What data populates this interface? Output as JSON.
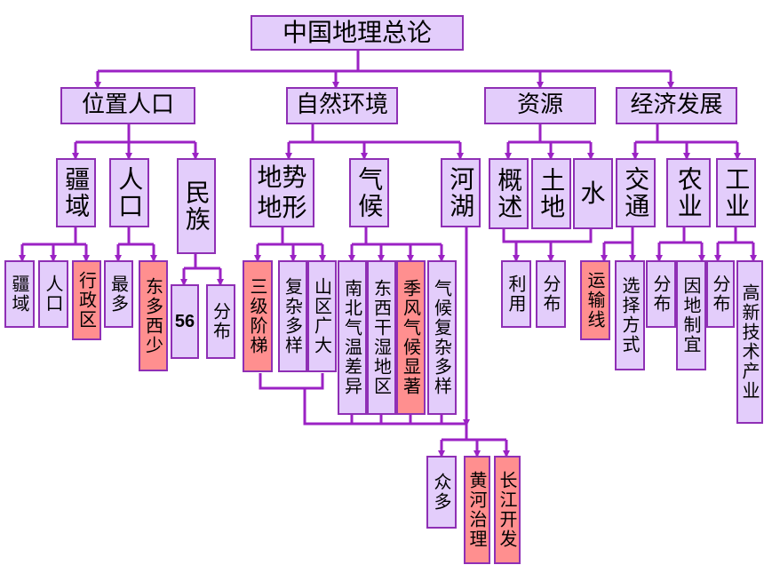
{
  "root": "中国地理总论",
  "categories": {
    "position": {
      "label": "位置人口",
      "territory": {
        "label": "疆域",
        "children": [
          "疆域",
          "人口",
          "行政区"
        ]
      },
      "population": {
        "label": "人口",
        "children": [
          "最多",
          "东多西少"
        ]
      },
      "ethnic": {
        "label": "民族",
        "children": [
          "56",
          "分布"
        ]
      }
    },
    "nature": {
      "label": "自然环境",
      "terrain": {
        "label": "地势地形",
        "children": [
          "三级阶梯",
          "复杂多样",
          "山区广大"
        ]
      },
      "climate": {
        "label": "气候",
        "children": [
          "南北气温差异",
          "东西干湿地区",
          "季风气候显著",
          "气候复杂多样"
        ]
      },
      "rivers": {
        "label": "河湖",
        "children": [
          "众多",
          "黄河治理",
          "长江开发"
        ]
      }
    },
    "resources": {
      "label": "资源",
      "overview": {
        "label": "概述",
        "children": [
          "利用"
        ]
      },
      "land": {
        "label": "土地",
        "children": [
          "分布"
        ]
      },
      "water": {
        "label": "水"
      }
    },
    "economy": {
      "label": "经济发展",
      "transport": {
        "label": "交通",
        "children": [
          "运输线",
          "选择方式"
        ]
      },
      "agriculture": {
        "label": "农业",
        "children": [
          "分布",
          "因地制宜"
        ]
      },
      "industry": {
        "label": "工业",
        "children": [
          "分布",
          "高新技术产业"
        ]
      }
    }
  },
  "colors": {
    "box_fill": "#e3cdfb",
    "box_border": "#8f2fb5",
    "highlight_fill": "#ff8f8f",
    "connector": "#9b22c4"
  }
}
